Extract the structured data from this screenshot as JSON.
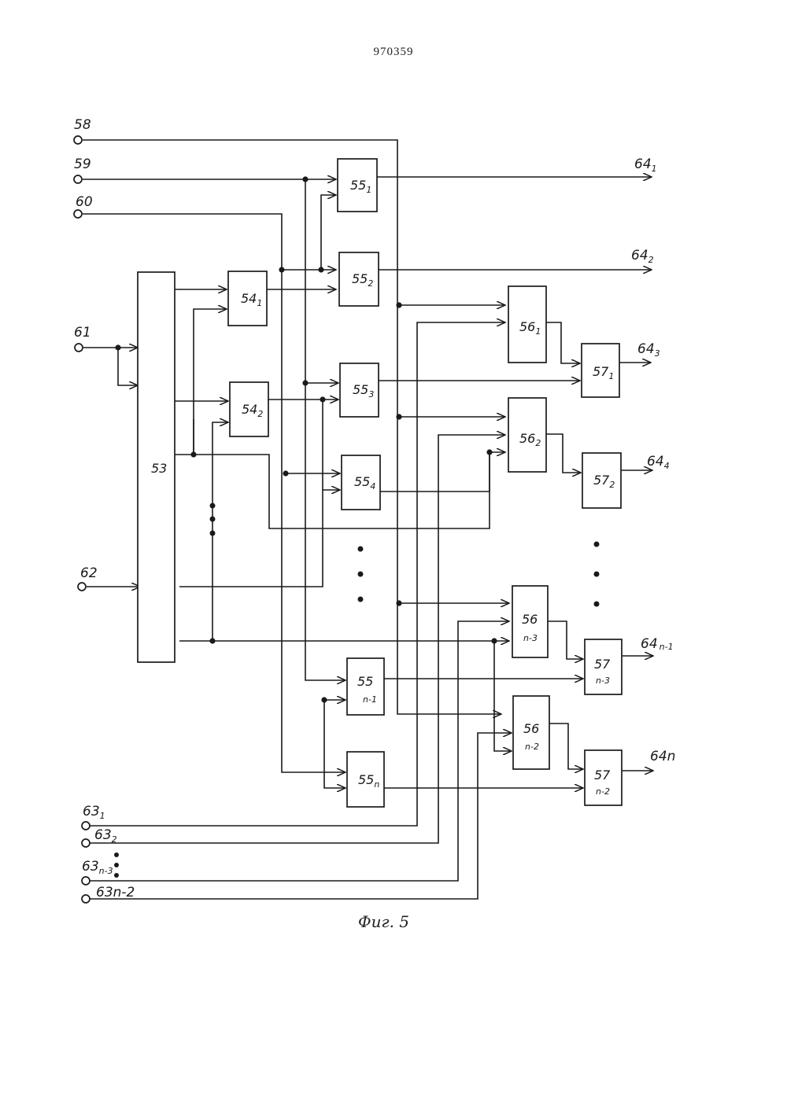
{
  "document": {
    "patent_number": "970359",
    "caption": "Фиг. 5"
  },
  "terminals": {
    "t58": "58",
    "t59": "59",
    "t60": "60",
    "t61": "61",
    "t62": "62",
    "t63_1": "63",
    "t63_1_sub": "1",
    "t63_2": "63",
    "t63_2_sub": "2",
    "t63_n3": "63",
    "t63_n3_sub": "n-3",
    "t63_n2": "63n-2",
    "t64_1": "64",
    "t64_1_sub": "1",
    "t64_2": "64",
    "t64_2_sub": "2",
    "t64_3": "64",
    "t64_3_sub": "3",
    "t64_4": "64",
    "t64_4_sub": "4",
    "t64_n1": "64",
    "t64_n1_sub": "n-1",
    "t64_n": "64n"
  },
  "blocks": {
    "b53": "53",
    "b54_1": "54",
    "b54_1_sub": "1",
    "b54_2": "54",
    "b54_2_sub": "2",
    "b55_1": "55",
    "b55_1_sub": "1",
    "b55_2": "55",
    "b55_2_sub": "2",
    "b55_3": "55",
    "b55_3_sub": "3",
    "b55_4": "55",
    "b55_4_sub": "4",
    "b55_n1": "55",
    "b55_n1_sub": "n-1",
    "b55_n": "55",
    "b55_n_sub": "n",
    "b56_1": "56",
    "b56_1_sub": "1",
    "b56_2": "56",
    "b56_2_sub": "2",
    "b56_n3": "56",
    "b56_n3_sub": "n-3",
    "b56_n2": "56",
    "b56_n2_sub": "n-2",
    "b57_1": "57",
    "b57_1_sub": "1",
    "b57_2": "57",
    "b57_2_sub": "2",
    "b57_n3": "57",
    "b57_n3_sub": "n-3",
    "b57_n2": "57",
    "b57_n2_sub": "n-2"
  }
}
